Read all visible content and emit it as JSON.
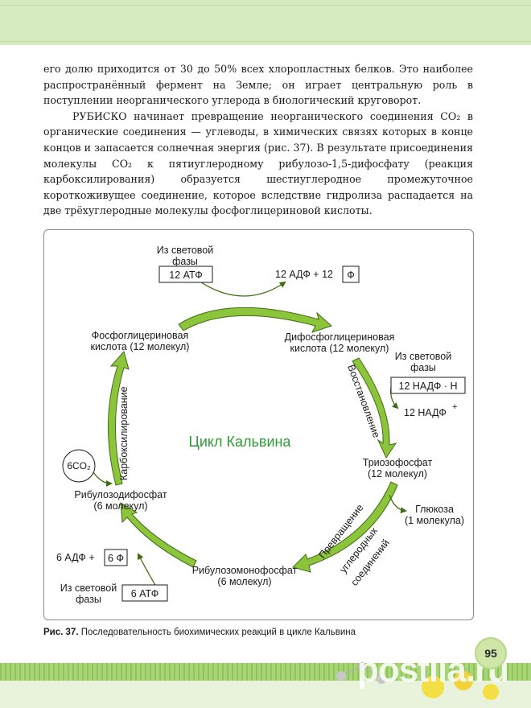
{
  "page": {
    "paragraph1": "его долю приходится от 30 до 50% всех хлоропластных белков. Это наиболее распространённый фермент на Земле; он играет центральную роль в поступлении неорганического углерода в биологический круговорот.",
    "paragraph2": "РУБИСКО начинает превращение неорганического соединения CO₂ в органические соединения — углеводы, в химических связях которых в конце концов и запасается солнечная энергия (рис. 37). В результате присоединения молекулы CO₂ к пятиуглеродному рибулозо-1,5-дифосфату (реакция карбоксилирования) образуется шестиуглеродное промежуточное короткоживущее соединение, которое вследствие гидролиза распадается на две трёхуглеродные молекулы фосфоглицериновой кислоты.",
    "page_number": "95"
  },
  "figure": {
    "title": "Цикл Кальвина",
    "top_source_line1": "Из световой",
    "top_source_line2": "фазы",
    "top_atp_box": "12 АТФ",
    "top_product_text": "12 АДФ + 12",
    "top_product_box": "Ф",
    "pga_line1": "Фосфоглицериновая",
    "pga_line2": "кислота (12 молекул)",
    "bpga_line1": "Дифосфоглицериновая",
    "bpga_line2": "кислота (12 молекул)",
    "right_source_line1": "Из световой",
    "right_source_line2": "фазы",
    "nadph_box": "12 НАДФ · Н",
    "nadp_text": "12 НАДФ",
    "nadp_sup": "+",
    "reduction_label": "Восстановление",
    "triose_line1": "Триозофосфат",
    "triose_line2": "(12 молекул)",
    "glucose_line1": "Глюкоза",
    "glucose_line2": "(1 молекула)",
    "conversion_line1": "Превращение",
    "conversion_line2": "углеродных",
    "conversion_line3": "соединений",
    "rmp_line1": "Рибулозомонофосфат",
    "rmp_line2": "(6 молекул)",
    "rdp_line1": "Рибулозодифосфат",
    "rdp_line2": "(6 молекул)",
    "carboxylation_label": "Карбоксилирование",
    "co2_circle": "6CO₂",
    "bottom_product_text": "6 АДФ +",
    "bottom_product_box": "6 Ф",
    "bottom_source_line1": "Из световой",
    "bottom_source_line2": "фазы",
    "bottom_atp_box": "6 АТФ"
  },
  "caption": {
    "label": "Рис. 37.",
    "text": " Последовательность биохимических реакций в цикле Кальвина"
  },
  "watermark": "postila.ru",
  "colors": {
    "arrow_green": "#8cc43c",
    "arrow_dark": "#3f6e12",
    "title_green": "#2f9a35",
    "band": "#d6ebc0"
  }
}
